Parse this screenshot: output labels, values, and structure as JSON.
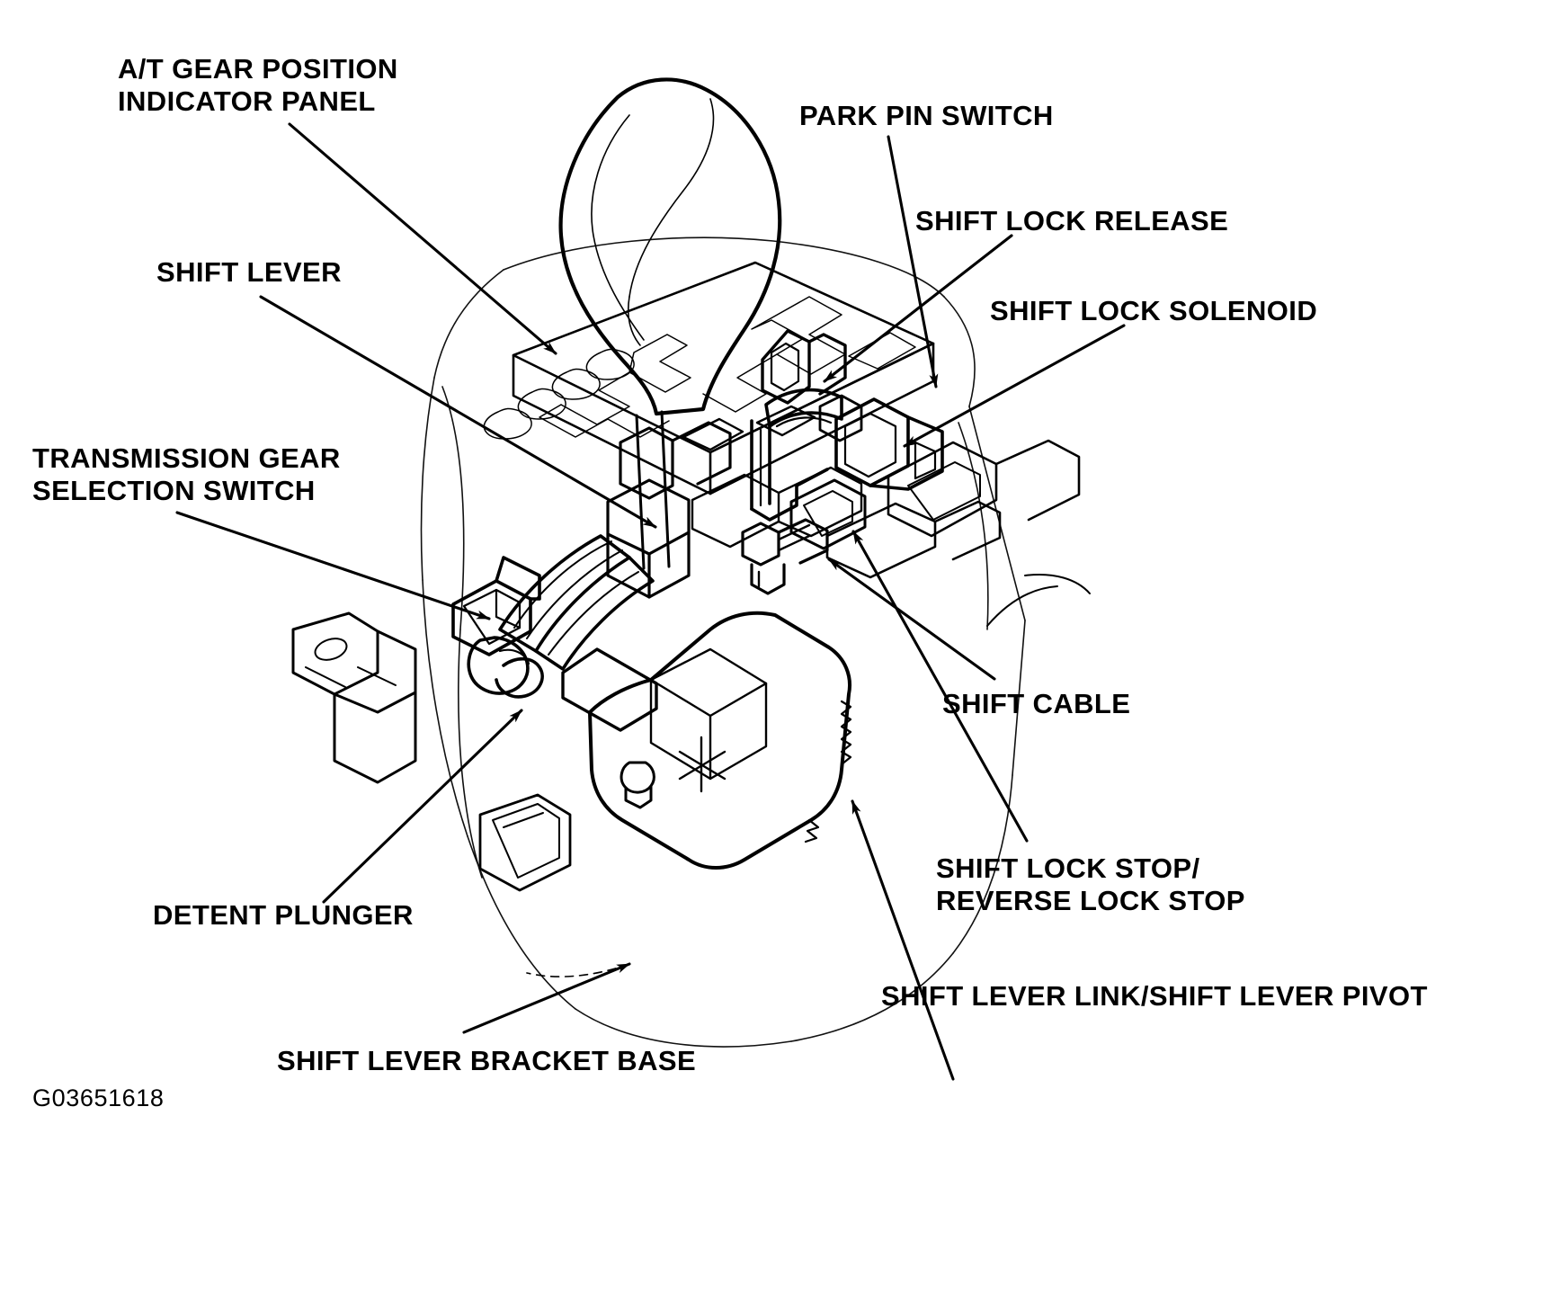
{
  "figure": {
    "title": "A/T Shift Lever Assembly Exploded Diagram",
    "figure_code": "G03651618",
    "line_color": "#000000",
    "background_color": "#ffffff"
  },
  "callouts": [
    {
      "id": "at-gear-position-indicator-panel",
      "label": "A/T GEAR POSITION\nINDICATOR PANEL"
    },
    {
      "id": "park-pin-switch",
      "label": "PARK PIN SWITCH"
    },
    {
      "id": "shift-lock-release",
      "label": "SHIFT LOCK RELEASE"
    },
    {
      "id": "shift-lever",
      "label": "SHIFT LEVER"
    },
    {
      "id": "shift-lock-solenoid",
      "label": "SHIFT LOCK SOLENOID"
    },
    {
      "id": "transmission-gear-selection-switch",
      "label": "TRANSMISSION GEAR\nSELECTION SWITCH"
    },
    {
      "id": "shift-cable",
      "label": "SHIFT CABLE"
    },
    {
      "id": "shift-lock-stop-reverse-lock-stop",
      "label": "SHIFT LOCK STOP/\nREVERSE LOCK STOP"
    },
    {
      "id": "detent-plunger",
      "label": "DETENT PLUNGER"
    },
    {
      "id": "shift-lever-link-shift-lever-pivot",
      "label": "SHIFT LEVER LINK/SHIFT LEVER PIVOT"
    },
    {
      "id": "shift-lever-bracket-base",
      "label": "SHIFT LEVER BRACKET BASE"
    }
  ]
}
